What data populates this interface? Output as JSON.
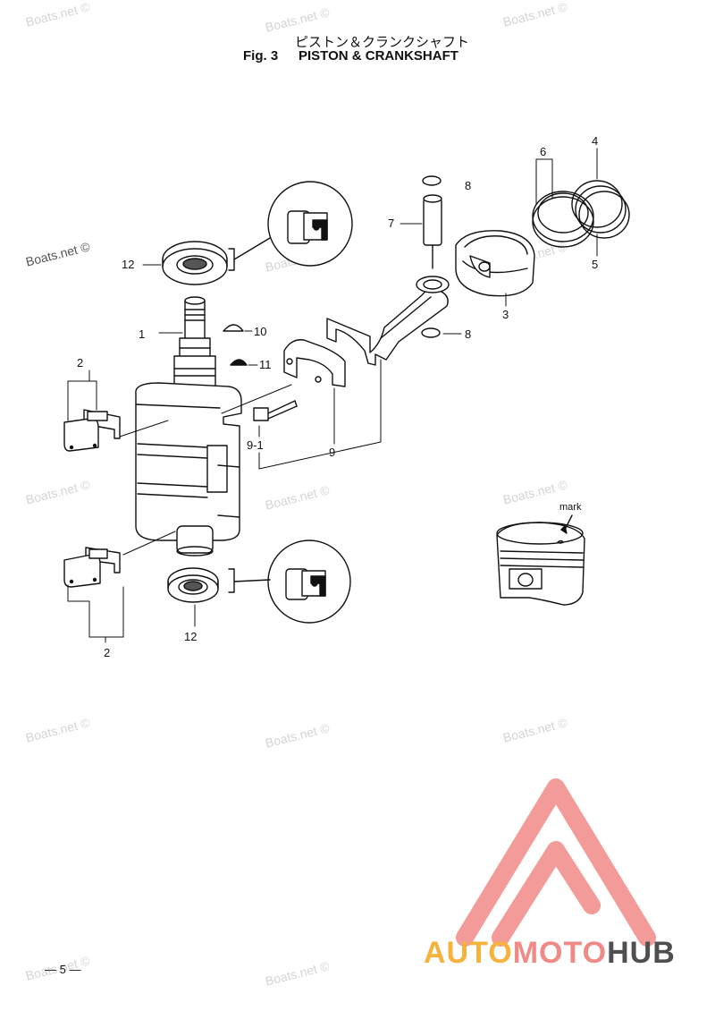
{
  "header": {
    "title_jp": "ピストン＆クランクシャフト",
    "fig_label": "Fig. 3",
    "title_en": "PISTON & CRANKSHAFT"
  },
  "watermark": {
    "text": "Boats.net ©"
  },
  "part_labels": {
    "p1": "1",
    "p2a": "2",
    "p2b": "2",
    "p3": "3",
    "p4": "4",
    "p5": "5",
    "p6": "6",
    "p7": "7",
    "p8a": "8",
    "p8b": "8",
    "p9": "9",
    "p9_1": "9-1",
    "p10": "10",
    "p11": "11",
    "p12a": "12",
    "p12b": "12"
  },
  "callout": {
    "mark_label": "mark"
  },
  "footer": {
    "page_number": "— 5 —",
    "brand_part1": "AUTO",
    "brand_part2": "MOTO",
    "brand_part3": "HUB"
  },
  "colors": {
    "line": "#111111",
    "watermark": "#d4d4d4",
    "brand_yellow": "#f5b23c",
    "brand_pink": "#ef8a87",
    "brand_gray": "#4f4f4f",
    "logo_triangle": "#f08a87"
  }
}
